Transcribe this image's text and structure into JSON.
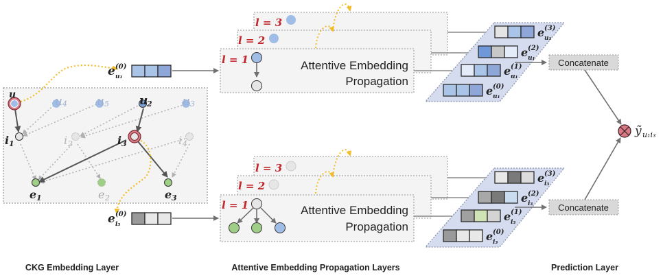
{
  "diagram": {
    "captions": {
      "ckg": "CKG Embedding Layer",
      "aep": "Attentive Embedding Propagation Layers",
      "pred": "Prediction Layer"
    },
    "ckg_graph": {
      "users": [
        {
          "id": "u1",
          "label": "u",
          "sub": "1",
          "state": "highlighted"
        },
        {
          "id": "u4",
          "label": "u",
          "sub": "4",
          "state": "faded"
        },
        {
          "id": "u5",
          "label": "u",
          "sub": "5",
          "state": "faded"
        },
        {
          "id": "u2",
          "label": "u",
          "sub": "2",
          "state": "active"
        },
        {
          "id": "u3",
          "label": "u",
          "sub": "3",
          "state": "faded"
        }
      ],
      "items": [
        {
          "id": "i1",
          "label": "i",
          "sub": "1",
          "state": "active"
        },
        {
          "id": "i2",
          "label": "i",
          "sub": "2",
          "state": "faded"
        },
        {
          "id": "i3",
          "label": "i",
          "sub": "3",
          "state": "highlighted"
        },
        {
          "id": "i4",
          "label": "i",
          "sub": "4",
          "state": "faded"
        }
      ],
      "entities": [
        {
          "id": "e1",
          "label": "e",
          "sub": "1",
          "state": "active"
        },
        {
          "id": "e2",
          "label": "e",
          "sub": "2",
          "state": "faded"
        },
        {
          "id": "e3",
          "label": "e",
          "sub": "3",
          "state": "active"
        }
      ]
    },
    "user_branch": {
      "input_label": "e",
      "input_sub": "u₁",
      "input_sup": "(0)",
      "input_colors": [
        "#a9c4e6",
        "#a9c4e6",
        "#8fa6d8"
      ],
      "layers": [
        "l = 1",
        "l = 2",
        "l = 3"
      ],
      "block_text_line1": "Attentive Embedding",
      "block_text_line2": "Propagation",
      "outputs": [
        {
          "sup": "(3)",
          "sub": "u₁",
          "colors": [
            "#e4e4e4",
            "#a9c4e6",
            "#8fa6d8"
          ]
        },
        {
          "sup": "(2)",
          "sub": "u₁",
          "colors": [
            "#6f98d8",
            "#c8c8c8",
            "#e3ecf8"
          ]
        },
        {
          "sup": "(1)",
          "sub": "u₁",
          "colors": [
            "#e3ecf8",
            "#a9c4e6",
            "#8fa6d8"
          ]
        },
        {
          "sup": "(0)",
          "sub": "u₁",
          "colors": [
            "#a9c4e6",
            "#a9c4e6",
            "#8fa6d8"
          ]
        }
      ],
      "concat_label": "Concatenate"
    },
    "item_branch": {
      "input_label": "e",
      "input_sub": "i₃",
      "input_sup": "(0)",
      "input_colors": [
        "#9a9a9a",
        "#e8e8e8",
        "#e8e8e8"
      ],
      "layers": [
        "l = 1",
        "l = 2",
        "l = 3"
      ],
      "block_text_line1": "Attentive Embedding",
      "block_text_line2": "Propagation",
      "outputs": [
        {
          "sup": "(3)",
          "sub": "i₃",
          "colors": [
            "#e8e8e8",
            "#7a7a7a",
            "#dcdcdc"
          ]
        },
        {
          "sup": "(2)",
          "sub": "i₃",
          "colors": [
            "#a8a8a8",
            "#7a7a7a",
            "#c9dcf0"
          ]
        },
        {
          "sup": "(1)",
          "sub": "i₃",
          "colors": [
            "#a0a0a0",
            "#cfe3b4",
            "#d4d4d4"
          ]
        },
        {
          "sup": "(0)",
          "sub": "i₃",
          "colors": [
            "#9a9a9a",
            "#e8e8e8",
            "#e8e8e8"
          ]
        }
      ],
      "concat_label": "Concatenate"
    },
    "prediction": {
      "operator": "⊗",
      "output_label": "ỹ",
      "output_sub": "u₁i₃"
    },
    "colors": {
      "user_node": "#9fbde6",
      "item_node": "#e6e6e6",
      "entity_node": "#9fcf86",
      "highlight_ring": "#d77a86",
      "path_yellow": "#f2bd2c",
      "panel_bg": "#f3f3f3",
      "para_bg": "#d5dcef",
      "concat_bg": "#d9d9d9",
      "label_red": "#c0262c"
    }
  }
}
